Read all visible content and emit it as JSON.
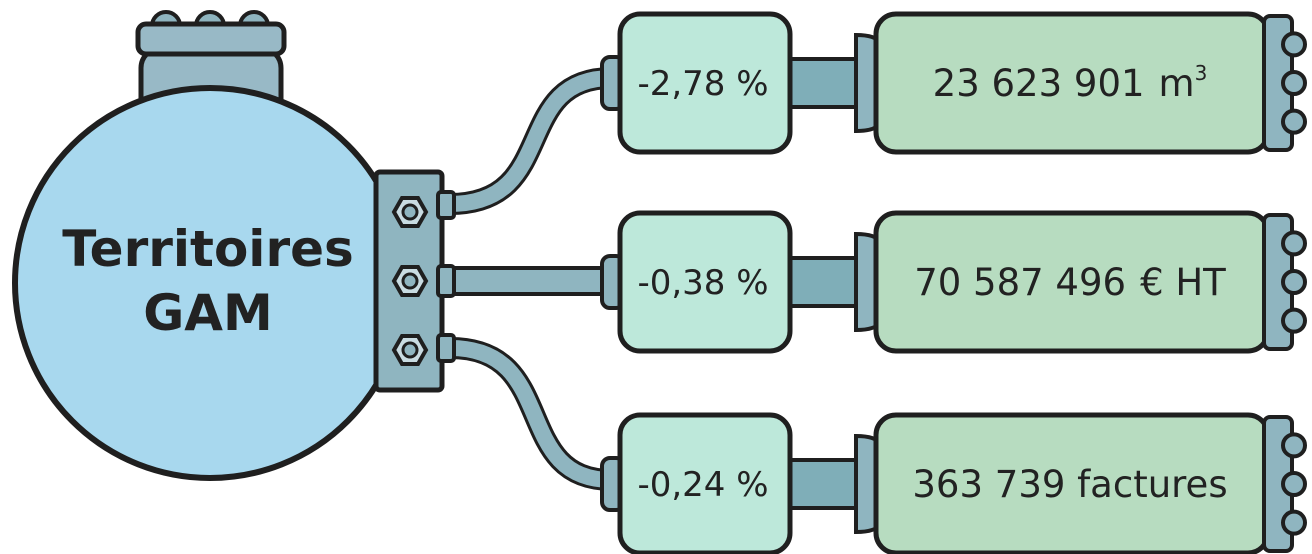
{
  "tank": {
    "title_line1": "Territoires",
    "title_line2": "GAM",
    "color": "#A8D8EE"
  },
  "rows": [
    {
      "percent": "-2,78 %",
      "value": "23 623 901",
      "unit": "m",
      "unit_sup": "3"
    },
    {
      "percent": "-0,38 %",
      "value": "70 587 496",
      "unit": "€ HT",
      "unit_sup": ""
    },
    {
      "percent": "-0,24 %",
      "value": "363 739 factures",
      "unit": "",
      "unit_sup": ""
    }
  ],
  "colors": {
    "percent_box": "#BDE8DA",
    "value_box": "#B7DCC0",
    "pipe": "#8FB5C0",
    "connector": "#7FAEB8",
    "outline": "#1F1F1F"
  }
}
